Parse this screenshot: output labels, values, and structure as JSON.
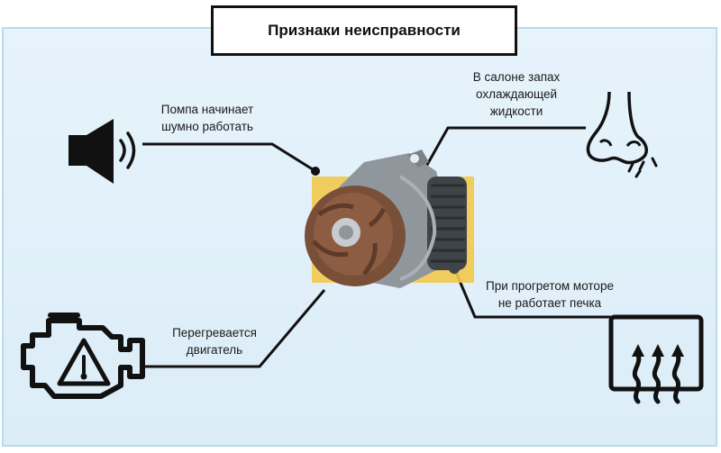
{
  "diagram": {
    "title": "Признаки неисправности",
    "symptoms": [
      {
        "id": "noise",
        "label_lines": [
          "Помпа начинает",
          "шумно работать"
        ],
        "icon": "speaker-icon"
      },
      {
        "id": "smell",
        "label_lines": [
          "В салоне запах",
          "охлаждающей",
          "жидкости"
        ],
        "icon": "nose-icon"
      },
      {
        "id": "heater",
        "label_lines": [
          "При прогретом моторе",
          "не работает печка"
        ],
        "icon": "heater-icon"
      },
      {
        "id": "overheat",
        "label_lines": [
          "Перегревается",
          "двигатель"
        ],
        "icon": "engine-warning-icon"
      }
    ],
    "center_image": "water-pump",
    "colors": {
      "panel": "#e6f3fb",
      "panel_border": "#b8dced",
      "lines": "#111111",
      "highlight": "#f2c94c"
    }
  }
}
